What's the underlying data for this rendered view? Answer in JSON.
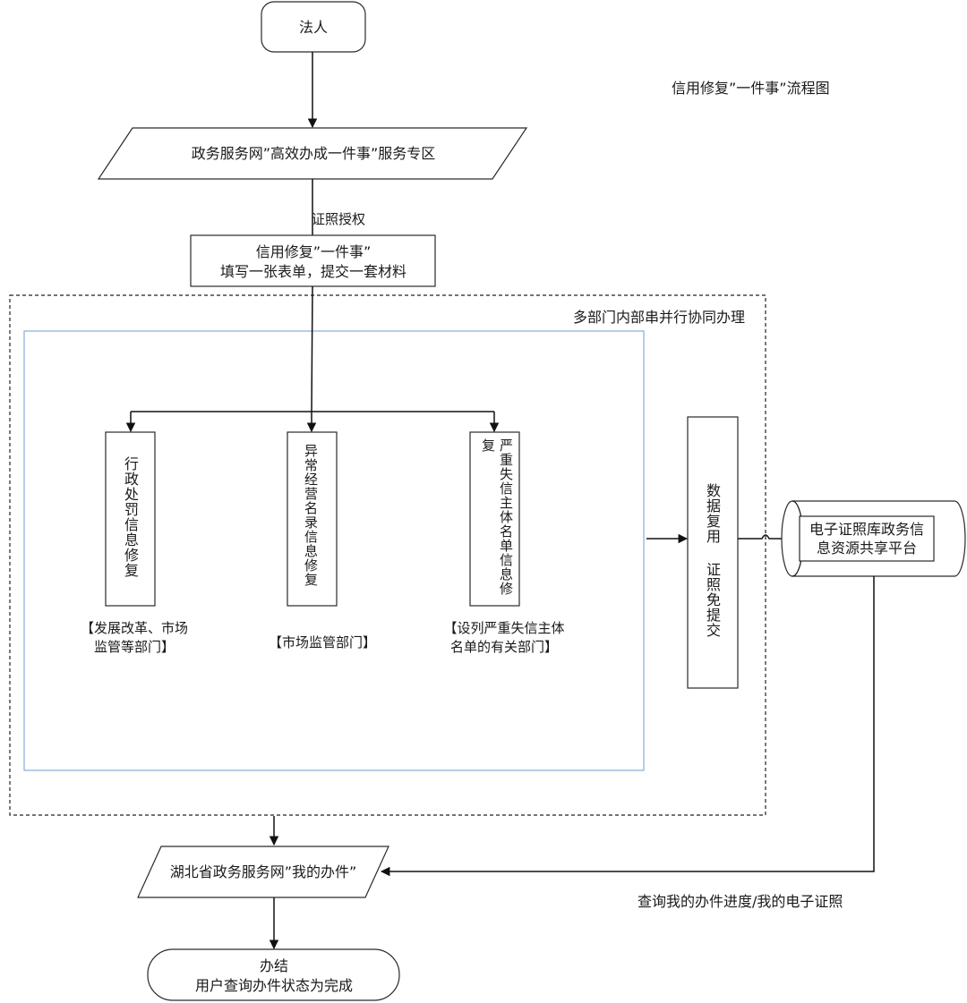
{
  "diagram": {
    "title": "信用修复”一件事”流程图",
    "start": "法人",
    "portal": "政务服务网”高效办成一件事”服务专区",
    "edge_authorize": "证照授权",
    "form": {
      "line1": "信用修复”一件事”",
      "line2": "填写一张表单，提交一套材料"
    },
    "collab_label": "多部门内部串并行协同办理",
    "branches": [
      {
        "title": "行政处罚信息修复",
        "dept_line1": "【发展改革、市场",
        "dept_line2": "监管等部门】"
      },
      {
        "title": "异常经营名录信息修复",
        "dept_line1": "【市场监管部门】",
        "dept_line2": ""
      },
      {
        "title": "严重失信主体名单信息修复",
        "dept_line1": "【设列严重失信主体",
        "dept_line2": "名单的有关部门】"
      }
    ],
    "data_reuse": "数据复用 证照免提交",
    "platform": {
      "line1": "电子证照库政务信",
      "line2": "息资源共享平台"
    },
    "query_label": "查询我的办件进度/我的电子证照",
    "my_items": "湖北省政务服务网”我的办件”",
    "end": {
      "line1": "办结",
      "line2": "用户查询办件状态为完成"
    }
  }
}
